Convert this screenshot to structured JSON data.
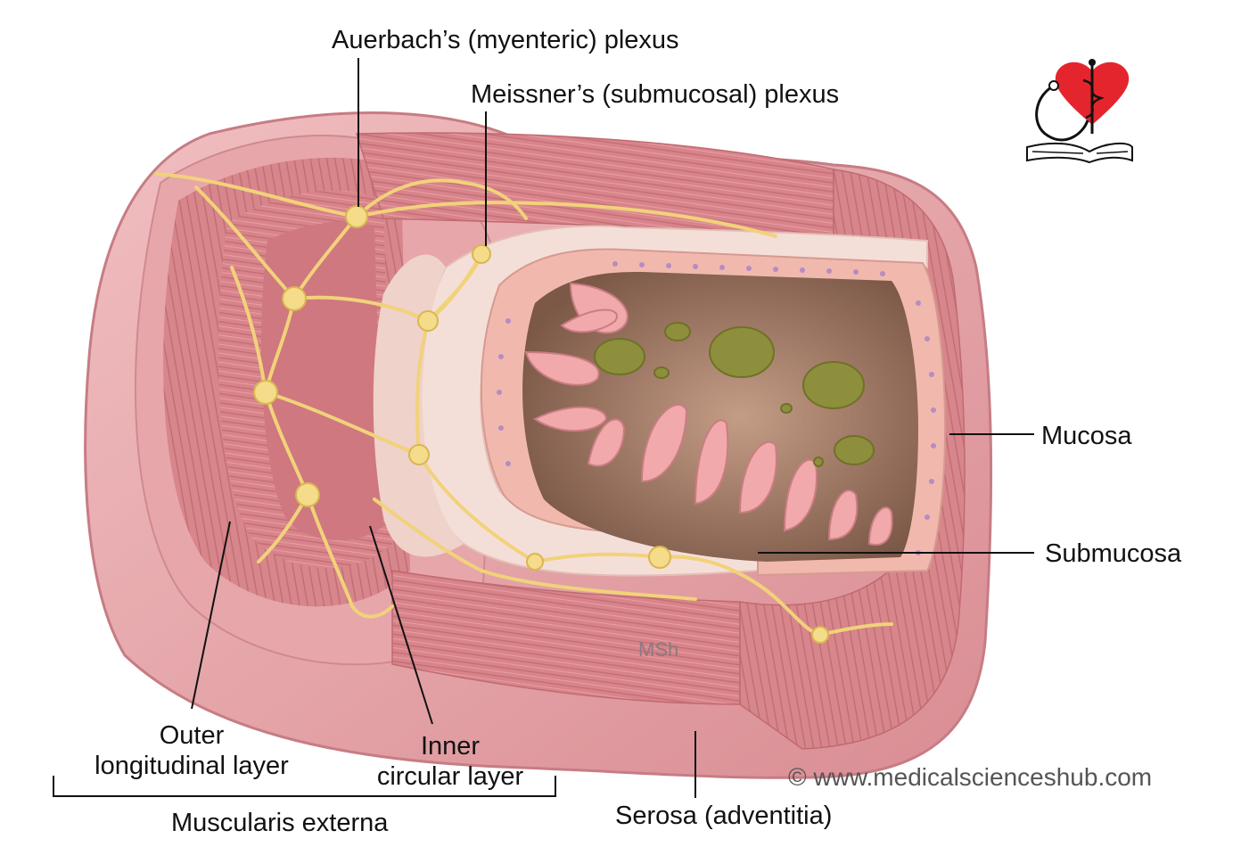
{
  "labels": {
    "auerbach": "Auerbach’s (myenteric) plexus",
    "meissner": "Meissner’s (submucosal) plexus",
    "mucosa": "Mucosa",
    "submucosa": "Submucosa",
    "outer_line1": "Outer",
    "outer_line2": "longitudinal layer",
    "inner_line1": "Inner",
    "inner_line2": "circular layer",
    "muscularis": "Muscularis externa",
    "serosa": "Serosa (adventitia)"
  },
  "credit": "© www.medicalscienceshub.com",
  "watermark": "MSh",
  "icons": {
    "logo": "heart-stethoscope-caduceus-book-logo"
  },
  "colors": {
    "serosa": "#e9a5a8",
    "muscle": "#d8848a",
    "muscle_dark": "#c06a72",
    "submucosa": "#f3dcd6",
    "mucosa": "#f2b8ae",
    "lumen": "#a57f6d",
    "nerve": "#f1d27a",
    "chyme": "#8d8f3c",
    "heart": "#e5252d"
  }
}
